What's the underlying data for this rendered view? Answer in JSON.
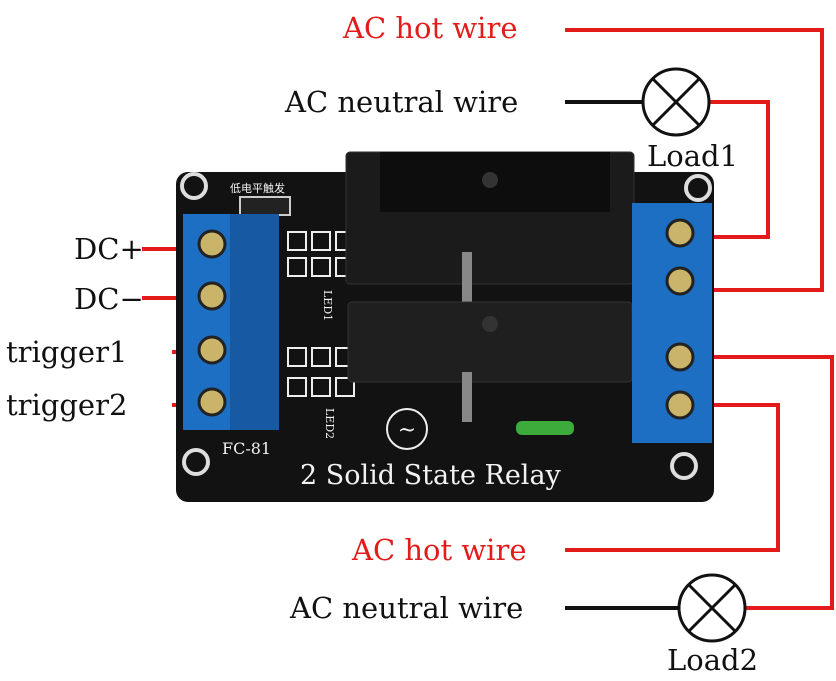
{
  "title": "2 Solid State Relay wiring",
  "colors": {
    "hot_wire": "#e31b1b",
    "neutral_wire": "#111111",
    "terminal": "#1d6fc4",
    "board": "#121212"
  },
  "labels": {
    "ac_hot_top": "AC  hot wire",
    "ac_neutral_top": "AC neutral wire",
    "load1": "Load1",
    "ac_hot_bottom": "AC hot wire",
    "ac_neutral_bottom": "AC neutral wire",
    "load2": "Load2",
    "dc_plus": "DC+",
    "dc_minus": "DC−",
    "trigger1": "trigger1",
    "trigger2": "trigger2"
  },
  "board": {
    "title": "2 Solid State Relay",
    "model": "FC-81",
    "led1": "LED1",
    "led2": "LED2",
    "cn_text": "低电平触发"
  }
}
